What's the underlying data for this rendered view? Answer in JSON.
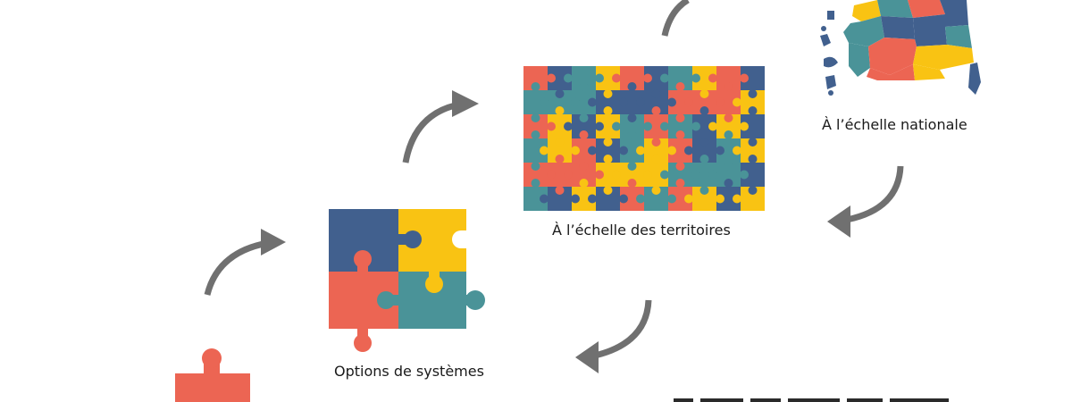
{
  "diagram": {
    "stages": [
      {
        "id": "systems",
        "label": "Options de systèmes"
      },
      {
        "id": "territories",
        "label": "À l’échelle des territoires"
      },
      {
        "id": "national",
        "label": "À l’échelle nationale"
      }
    ],
    "cut_off_bottom_label": "",
    "colors": {
      "red": "#EC6553",
      "yellow": "#F9C313",
      "teal": "#4A9398",
      "navy": "#41608E",
      "arrow": "#707070"
    }
  }
}
